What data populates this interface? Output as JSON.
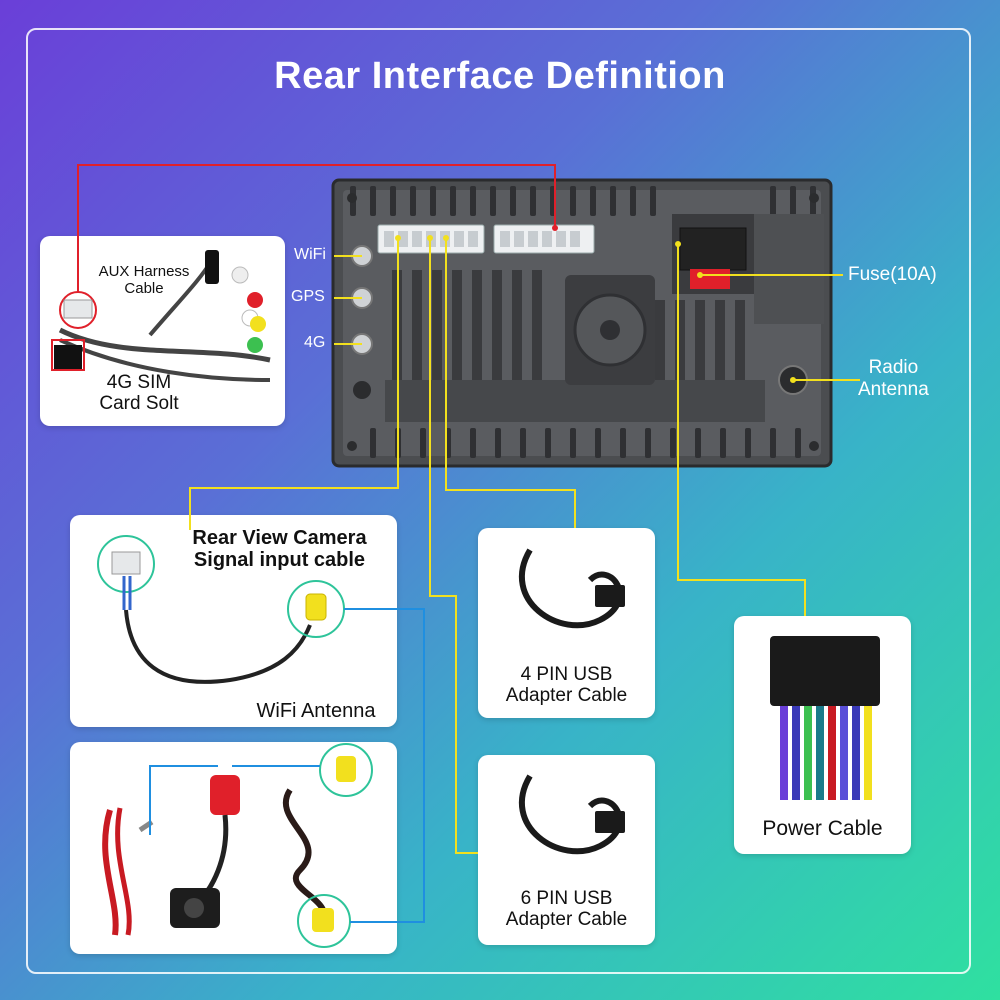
{
  "title": "Rear Interface Definition",
  "port_labels": {
    "wifi": "WiFi",
    "gps": "GPS",
    "four_g": "4G",
    "fuse": "Fuse(10A)",
    "radio_antenna_line1": "Radio",
    "radio_antenna_line2": "Antenna"
  },
  "aux_card": {
    "aux_label_line1": "AUX Harness",
    "aux_label_line2": "Cable",
    "sim_label_line1": "4G SIM",
    "sim_label_line2": "Card Solt"
  },
  "camera_card": {
    "label_line1": "Rear View Camera",
    "label_line2": "Signal input cable",
    "wifi_antenna": "WiFi Antenna"
  },
  "usb4_card": {
    "label_line1": "4 PIN USB",
    "label_line2": "Adapter Cable"
  },
  "usb6_card": {
    "label_line1": "6 PIN USB",
    "label_line2": "Adapter Cable"
  },
  "power_card": {
    "label": "Power Cable"
  },
  "colors": {
    "leader_red": "#e0202a",
    "leader_yellow": "#f2e01e",
    "leader_blue": "#1f8fe0",
    "highlight_circle": "#2ec49a"
  }
}
